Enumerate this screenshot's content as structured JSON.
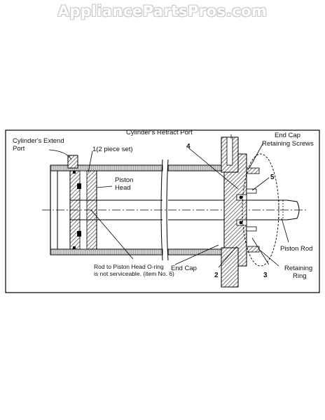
{
  "watermark": "AppliancePartsPros.com",
  "labels": {
    "retract_port": "Cylinder's Retract Port",
    "extend_port_1": "Cylinder's Extend",
    "extend_port_2": "Port",
    "piston_set": "1(2 piece set)",
    "piston_head_1": "Piston",
    "piston_head_2": "Head",
    "end_cap_screws_1": "End Cap",
    "end_cap_screws_2": "Retaining Screws",
    "end_cap": "End Cap",
    "piston_rod": "Piston Rod",
    "retaining_ring_1": "Retaining",
    "retaining_ring_2": "Ring",
    "oring_note_1": "Rod to Piston Head O-ring",
    "oring_note_2": "is not serviceable. (item No. 6)",
    "num_2": "2",
    "num_3": "3",
    "num_4": "4",
    "num_5": "5"
  }
}
